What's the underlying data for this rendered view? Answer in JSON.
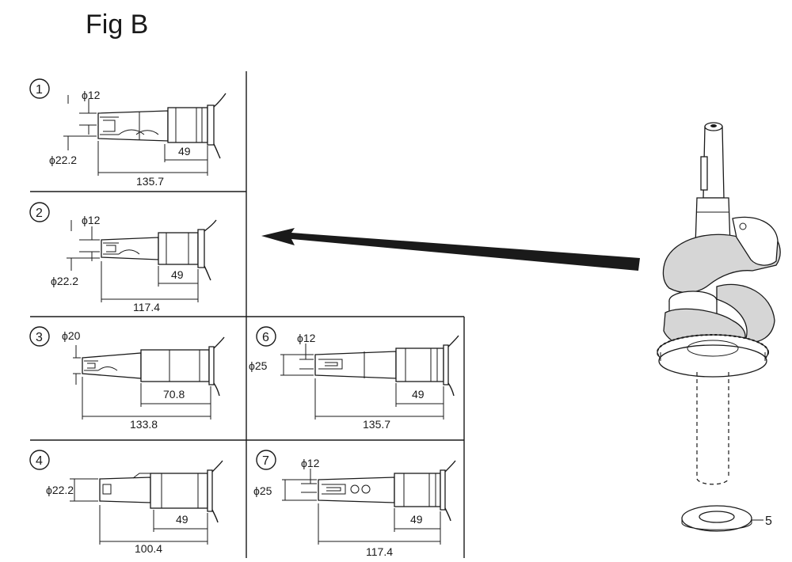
{
  "figure": {
    "title": "Fig B"
  },
  "panels": [
    {
      "id": "1",
      "number": "1",
      "phi_small": "ϕ12",
      "phi_large": "ϕ22.2",
      "inner_length": "49",
      "total_length": "135.7"
    },
    {
      "id": "2",
      "number": "2",
      "phi_small": "ϕ12",
      "phi_large": "ϕ22.2",
      "inner_length": "49",
      "total_length": "117.4"
    },
    {
      "id": "3",
      "number": "3",
      "phi_small": "ϕ20",
      "phi_large": "",
      "inner_length": "70.8",
      "total_length": "133.8"
    },
    {
      "id": "4",
      "number": "4",
      "phi_small": "",
      "phi_large": "ϕ22.2",
      "inner_length": "49",
      "total_length": "100.4"
    },
    {
      "id": "6",
      "number": "6",
      "phi_small": "ϕ12",
      "phi_large": "ϕ25",
      "inner_length": "49",
      "total_length": "135.7"
    },
    {
      "id": "7",
      "number": "7",
      "phi_small": "ϕ12",
      "phi_large": "ϕ25",
      "inner_length": "49",
      "total_length": "117.4"
    }
  ],
  "assembly": {
    "washer_callout": "5"
  }
}
